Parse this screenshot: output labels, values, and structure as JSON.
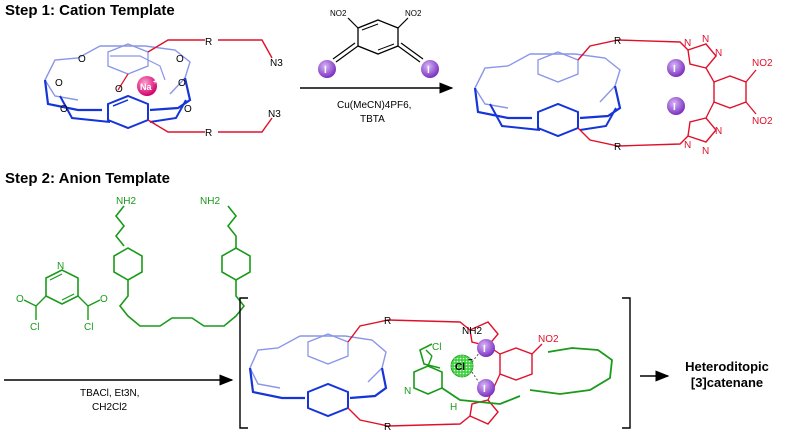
{
  "step1": {
    "title": "Step 1: Cation Template",
    "r_label": "R",
    "azide": "N3",
    "na": "Na",
    "na_charge": "+",
    "reagent_no2": "NO2",
    "iodo": "I",
    "conditions_line1": "Cu(MeCN)4PF6,",
    "conditions_line2": "TBTA",
    "triazole_n": "N",
    "product_no2": "NO2",
    "ether_o": "O"
  },
  "step2": {
    "title": "Step 2: Anion Template",
    "acyl_cl": "Cl",
    "acyl_o": "O",
    "pyridine_n": "N",
    "amine": "NH2",
    "conditions_line1": "TBACl, Et3N,",
    "conditions_line2": "CH2Cl2",
    "chloride": "Cl",
    "chloride_charge": "−",
    "amide_nh": "H",
    "product": "Heteroditopic [3]catenane"
  },
  "colors": {
    "crown_blue": "#1535d8",
    "crown_light": "#8a96e8",
    "axle_red": "#e0102a",
    "green": "#1a9a1a",
    "iodine_purple": "#9a4fd6",
    "sodium_pink": "#e0107a"
  }
}
